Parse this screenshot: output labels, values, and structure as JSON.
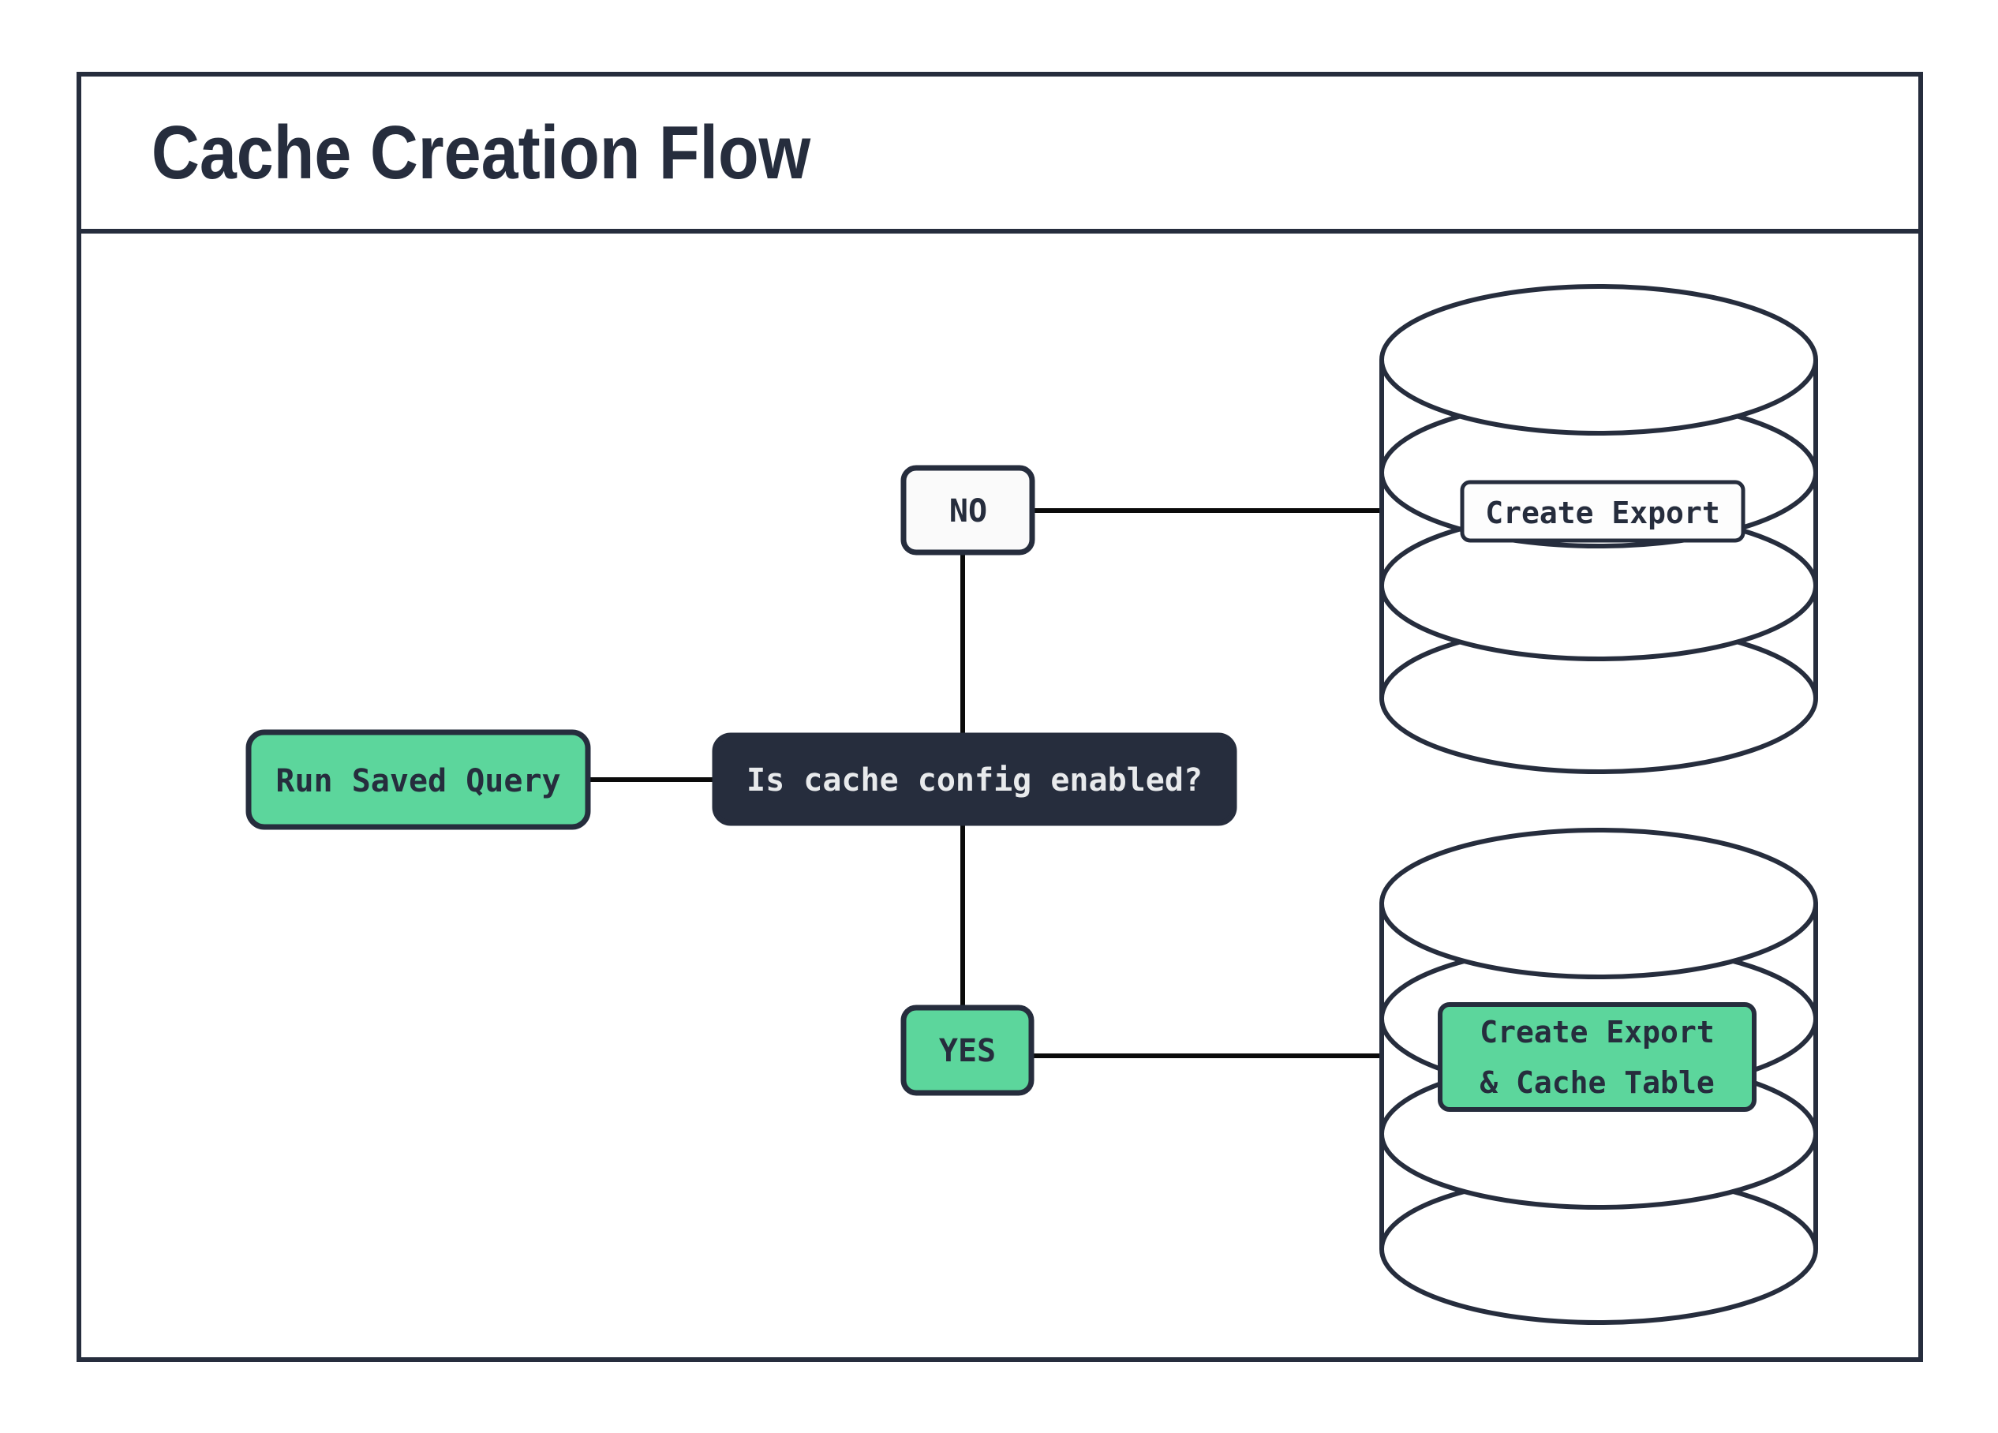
{
  "header": {
    "title": "Cache Creation Flow"
  },
  "nodes": {
    "start": {
      "label": "Run Saved Query"
    },
    "decision": {
      "label": "Is cache config enabled?"
    },
    "branch_no": {
      "label": "NO"
    },
    "branch_yes": {
      "label": "YES"
    },
    "db_export": {
      "label": "Create Export"
    },
    "db_export_cache": {
      "label_line1": "Create Export",
      "label_line2": "& Cache Table"
    }
  },
  "colors": {
    "ink": "#262d3d",
    "accent_green": "#5cd69c",
    "connector_black": "#0a0a0a",
    "node_light": "#fafafa",
    "label_white": "#fdfdfd",
    "light_text": "#e8eaec",
    "canvas": "#ffffff"
  }
}
